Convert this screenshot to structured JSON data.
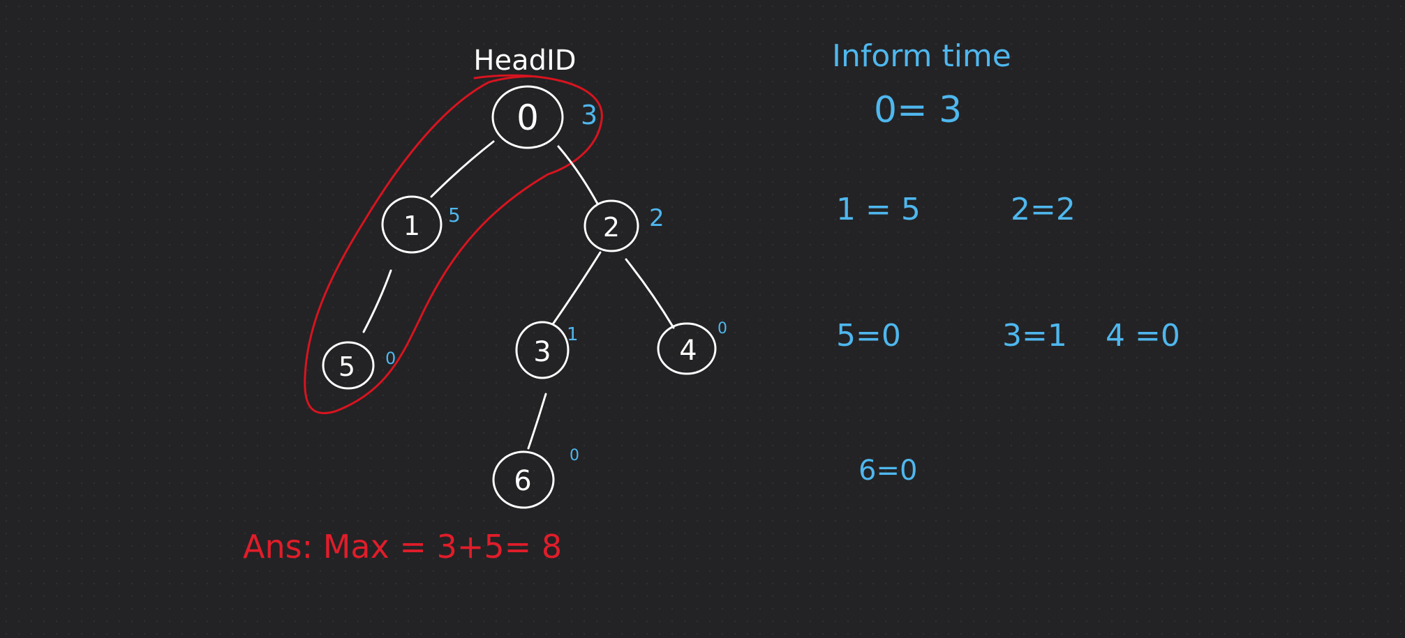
{
  "diagram": {
    "head_label": "HeadID",
    "nodes": [
      {
        "id": "0",
        "inform": "3"
      },
      {
        "id": "1",
        "inform": "5"
      },
      {
        "id": "2",
        "inform": "2"
      },
      {
        "id": "3",
        "inform": "1"
      },
      {
        "id": "4",
        "inform": "0"
      },
      {
        "id": "5",
        "inform": "0"
      },
      {
        "id": "6",
        "inform": "0"
      }
    ],
    "edges": [
      [
        "0",
        "1"
      ],
      [
        "0",
        "2"
      ],
      [
        "1",
        "5"
      ],
      [
        "2",
        "3"
      ],
      [
        "2",
        "4"
      ],
      [
        "3",
        "6"
      ]
    ],
    "highlighted_path": [
      "0",
      "1",
      "5"
    ],
    "answer": "Ans: Max = 3+5= 8"
  },
  "inform_table": {
    "title": "Inform time",
    "entries": [
      "0= 3",
      "1 = 5",
      "2=2",
      "5=0",
      "3=1",
      "4 =0",
      "6=0"
    ]
  },
  "colors": {
    "background": "#232325",
    "ink": "#ffffff",
    "inform": "#4fb7ee",
    "highlight": "#d8141f"
  }
}
